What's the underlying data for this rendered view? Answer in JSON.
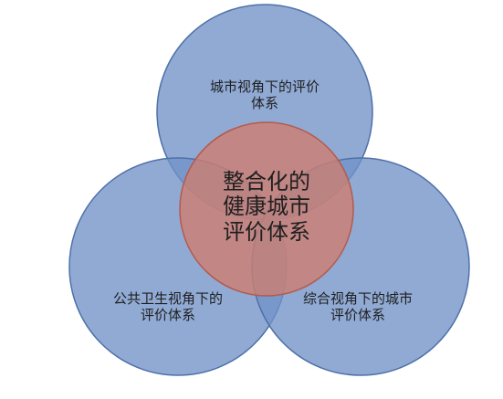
{
  "diagram": {
    "center_label": [
      "整合化的",
      "健康城市",
      "评价体系"
    ],
    "top_label": [
      "城市视角下的评价",
      "体系"
    ],
    "left_label": [
      "公共卫生视角下的",
      "评价体系"
    ],
    "right_label": [
      "综合视角下的城市",
      "评价体系"
    ]
  },
  "colors": {
    "blue_fill": "#7192C8",
    "blue_stroke": "#4F71A8",
    "red_fill": "#CF7D6E",
    "red_stroke": "#B45A4C"
  }
}
